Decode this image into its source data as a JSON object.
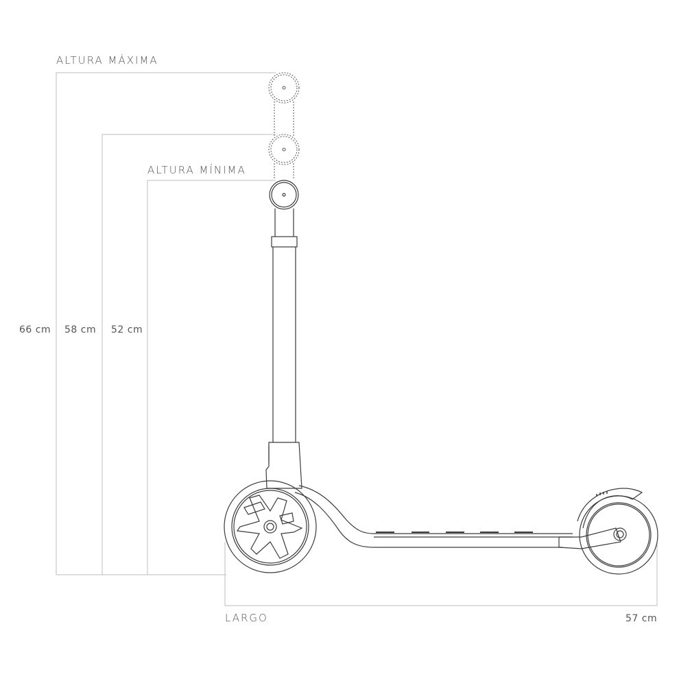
{
  "diagram": {
    "subject": "Kids kick scooter side view with dimensions",
    "labels": {
      "max_height": "ALTURA MÁXIMA",
      "min_height": "ALTURA MÍNIMA",
      "length": "LARGO"
    },
    "dimensions": {
      "max_height": "66 cm",
      "mid_height": "58 cm",
      "min_height": "52 cm",
      "length": "57 cm"
    },
    "colors": {
      "line": "#3a3a3a",
      "dimension_line": "#bbbbbb",
      "background": "#ffffff"
    }
  }
}
